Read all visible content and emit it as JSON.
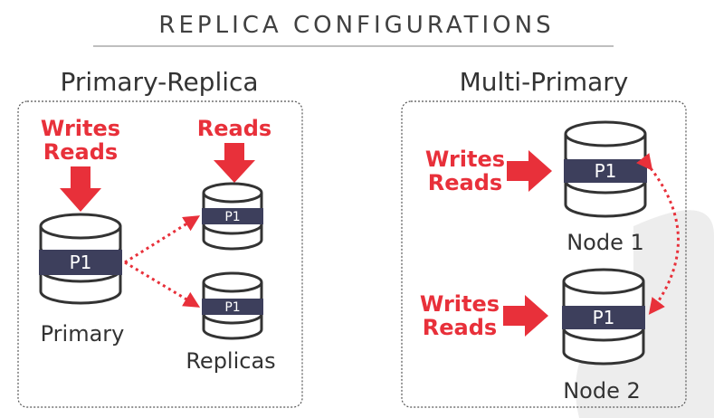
{
  "title": "REPLICA CONFIGURATIONS",
  "primary_replica": {
    "heading": "Primary-Replica",
    "primary_labels": [
      "Writes",
      "Reads"
    ],
    "replica_label": "Reads",
    "primary_partition": "P1",
    "replica_partition_1": "P1",
    "replica_partition_2": "P1",
    "primary_name": "Primary",
    "replicas_name": "Replicas"
  },
  "multi_primary": {
    "heading": "Multi-Primary",
    "node1_labels": [
      "Writes",
      "Reads"
    ],
    "node2_labels": [
      "Writes",
      "Reads"
    ],
    "node1_partition": "P1",
    "node2_partition": "P1",
    "node1_name": "Node 1",
    "node2_name": "Node 2"
  },
  "colors": {
    "accent": "#e8303a",
    "partition": "#3d3f5c",
    "title_rule": "#aaaaaa",
    "panel_border": "#555555"
  }
}
